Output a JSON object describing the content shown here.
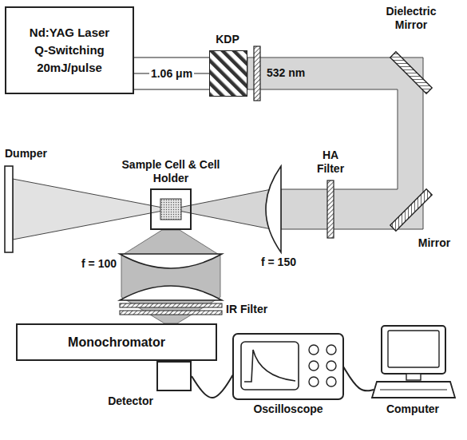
{
  "diagram": {
    "nodes": [
      {
        "text": [
          "Nd:YAG Laser",
          "Q-Switching",
          "20mJ/pulse"
        ]
      },
      {
        "text": [
          "KDP"
        ]
      },
      {
        "text": [
          "Sample Cell & Cell Holder"
        ]
      },
      {
        "text": [
          "Monochromator"
        ]
      },
      {
        "text": [
          "Detector"
        ]
      },
      {
        "text": [
          "Oscilloscope"
        ]
      },
      {
        "text": [
          "Computer"
        ]
      }
    ],
    "edges": [
      {
        "from": 0,
        "to": 1,
        "arrow": "none",
        "label": "1.06 μm"
      },
      {
        "from": 4,
        "to": 5,
        "arrow": "none"
      },
      {
        "from": 5,
        "to": 6,
        "arrow": "none"
      }
    ],
    "labels": [
      "532 nm",
      "Dielectric Mirror",
      "HA Filter",
      "Mirror",
      "f = 150",
      "Dumper",
      "f = 100",
      "IR Filter"
    ]
  }
}
